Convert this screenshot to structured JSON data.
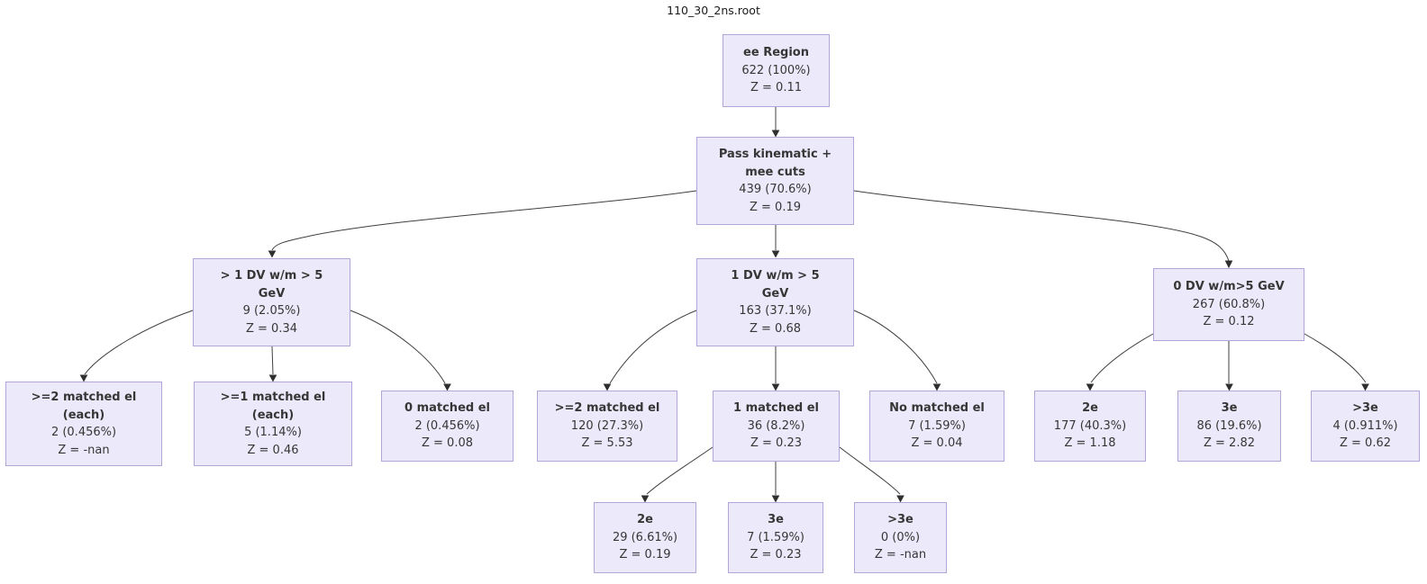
{
  "graph": {
    "title": "110_30_2ns.root"
  },
  "colors": {
    "node_fill": "#eceafa",
    "node_border": "#b3a5d7",
    "node_text": "#363636",
    "edge_line": "#3f3f3f",
    "background": "#ffffff"
  },
  "nodes": [
    {
      "id": "ee-region",
      "label": "ee Region",
      "count": "622 (100%)",
      "z": "Z = 0.11"
    },
    {
      "id": "pass-kinematic",
      "label": "Pass kinematic +\nmee cuts",
      "count": "439 (70.6%)",
      "z": "Z = 0.19"
    },
    {
      "id": "gt1-dv",
      "label": "> 1 DV w/m > 5\nGeV",
      "count": "9 (2.05%)",
      "z": "Z = 0.34"
    },
    {
      "id": "one-dv",
      "label": "1 DV w/m > 5\nGeV",
      "count": "163 (37.1%)",
      "z": "Z = 0.68"
    },
    {
      "id": "zero-dv",
      "label": "0 DV w/m>5 GeV",
      "count": "267 (60.8%)",
      "z": "Z = 0.12"
    },
    {
      "id": "ge2-matched-each",
      "label": ">=2 matched el\n(each)",
      "count": "2 (0.456%)",
      "z": "Z = -nan"
    },
    {
      "id": "ge1-matched-each",
      "label": ">=1 matched el\n(each)",
      "count": "5 (1.14%)",
      "z": "Z = 0.46"
    },
    {
      "id": "zero-matched",
      "label": "0 matched el",
      "count": "2 (0.456%)",
      "z": "Z = 0.08"
    },
    {
      "id": "ge2-matched",
      "label": ">=2 matched el",
      "count": "120 (27.3%)",
      "z": "Z = 5.53"
    },
    {
      "id": "one-matched",
      "label": "1 matched el",
      "count": "36 (8.2%)",
      "z": "Z = 0.23"
    },
    {
      "id": "no-matched",
      "label": "No matched el",
      "count": "7 (1.59%)",
      "z": "Z = 0.04"
    },
    {
      "id": "zerodv-2e",
      "label": "2e",
      "count": "177 (40.3%)",
      "z": "Z = 1.18"
    },
    {
      "id": "zerodv-3e",
      "label": "3e",
      "count": "86 (19.6%)",
      "z": "Z = 2.82"
    },
    {
      "id": "zerodv-gt3e",
      "label": ">3e",
      "count": "4 (0.911%)",
      "z": "Z = 0.62"
    },
    {
      "id": "onematched-2e",
      "label": "2e",
      "count": "29 (6.61%)",
      "z": "Z = 0.19"
    },
    {
      "id": "onematched-3e",
      "label": "3e",
      "count": "7 (1.59%)",
      "z": "Z = 0.23"
    },
    {
      "id": "onematched-gt3e",
      "label": ">3e",
      "count": "0 (0%)",
      "z": "Z = -nan"
    }
  ],
  "edges": [
    {
      "from": "ee-region",
      "to": "pass-kinematic"
    },
    {
      "from": "pass-kinematic",
      "to": "gt1-dv"
    },
    {
      "from": "pass-kinematic",
      "to": "one-dv"
    },
    {
      "from": "pass-kinematic",
      "to": "zero-dv"
    },
    {
      "from": "gt1-dv",
      "to": "ge2-matched-each"
    },
    {
      "from": "gt1-dv",
      "to": "ge1-matched-each"
    },
    {
      "from": "gt1-dv",
      "to": "zero-matched"
    },
    {
      "from": "one-dv",
      "to": "ge2-matched"
    },
    {
      "from": "one-dv",
      "to": "one-matched"
    },
    {
      "from": "one-dv",
      "to": "no-matched"
    },
    {
      "from": "zero-dv",
      "to": "zerodv-2e"
    },
    {
      "from": "zero-dv",
      "to": "zerodv-3e"
    },
    {
      "from": "zero-dv",
      "to": "zerodv-gt3e"
    },
    {
      "from": "one-matched",
      "to": "onematched-2e"
    },
    {
      "from": "one-matched",
      "to": "onematched-3e"
    },
    {
      "from": "one-matched",
      "to": "onematched-gt3e"
    }
  ]
}
